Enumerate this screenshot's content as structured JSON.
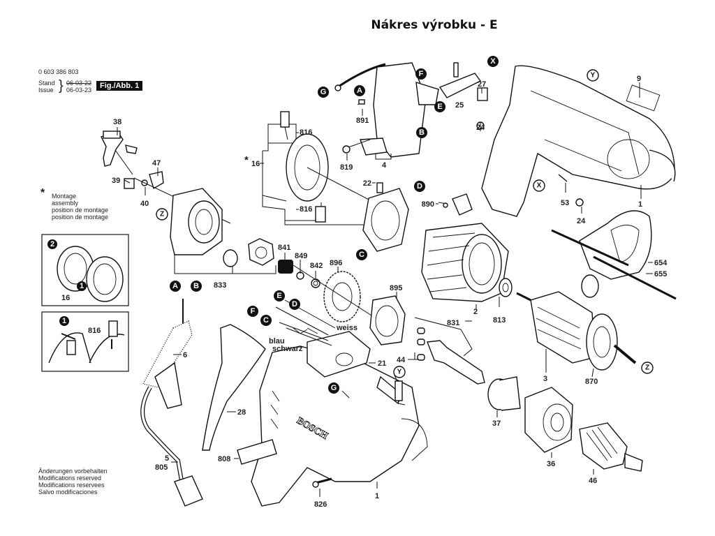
{
  "title": "Nákres výrobku - E",
  "header": {
    "part_number": "0 603 386 803",
    "stand_label": "Stand",
    "stand_value": "06-03-22",
    "issue_label": "Issue",
    "issue_value": "06-03-23",
    "figure_label": "Fig./Abb. 1"
  },
  "assembly_note": {
    "symbol": "*",
    "lines": [
      "Montage",
      "assembly",
      "position de montage",
      "position de montage"
    ]
  },
  "footer_note": {
    "lines": [
      "Änderungen vorbehalten",
      "Modifications reserved",
      "Modifications reservees",
      "Salvo modificaciones"
    ]
  },
  "part_labels": {
    "p38": "38",
    "p39": "39",
    "p40": "40",
    "p47": "47",
    "p16": "16",
    "p816a": "816",
    "p816b": "816",
    "p816c": "816",
    "p16b": "16",
    "p891": "891",
    "p819": "819",
    "p4": "4",
    "p22": "22",
    "p25": "25",
    "p27": "27",
    "p24a": "24",
    "p24b": "24",
    "p9": "9",
    "p53": "53",
    "p1a": "1",
    "p890": "890",
    "p833": "833",
    "p841": "841",
    "p849": "849",
    "p842": "842",
    "p896": "896",
    "p895": "895",
    "p831": "831",
    "p2": "2",
    "p813": "813",
    "p654": "654",
    "p655": "655",
    "p3": "3",
    "p870": "870",
    "p44": "44",
    "p21": "21",
    "p37": "37",
    "p36": "36",
    "p46": "46",
    "p6": "6",
    "p28": "28",
    "p5": "5",
    "p805": "805",
    "p808": "808",
    "p826": "826",
    "p1b": "1"
  },
  "connector_labels": {
    "A1": "A",
    "B1": "B",
    "E1": "E",
    "F1": "F",
    "G1": "G",
    "X1": "X",
    "D1": "D",
    "C1": "C",
    "A2": "A",
    "B2": "B",
    "E2": "E",
    "D2": "D",
    "F2": "F",
    "C2": "C",
    "G2": "G"
  },
  "reference_labels": {
    "Y1": "Y",
    "X2": "X",
    "Z1": "Z",
    "Z2": "Z",
    "Y2": "Y"
  },
  "step_labels": {
    "s2": "2",
    "s1a": "1",
    "s1b": "1"
  },
  "wire_labels": {
    "weiss": "weiss",
    "blau": "blau",
    "schwarz": "schwarz"
  },
  "brand_text": "BOSCH"
}
